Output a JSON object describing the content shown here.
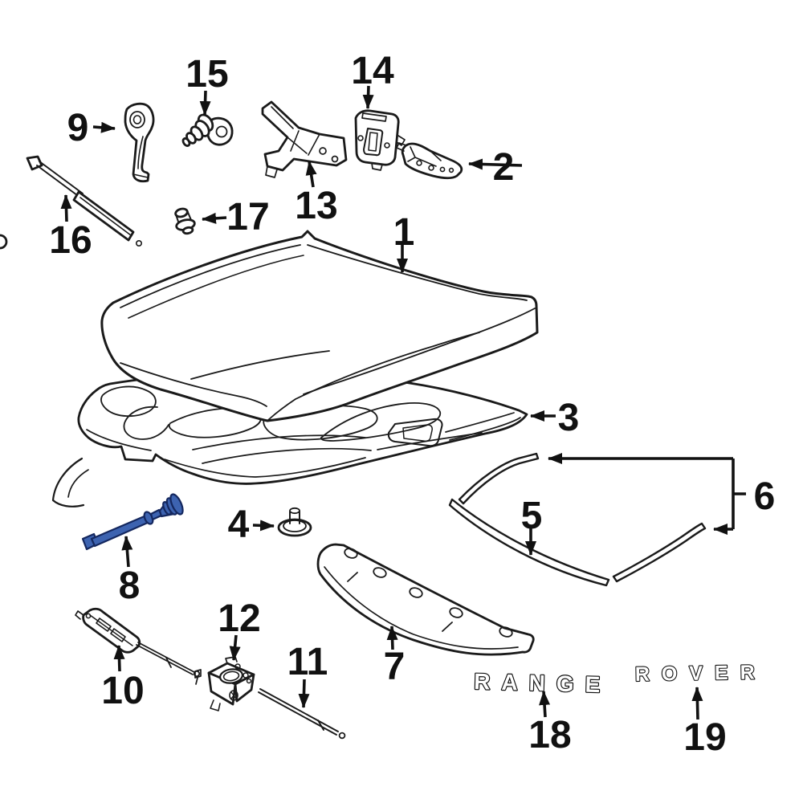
{
  "diagram": {
    "title": "Hood exploded parts diagram",
    "background": "#ffffff",
    "line_color": "#1a1a1a",
    "callout_color": "#111111",
    "highlight_fill": "#3d63b0",
    "highlight_outline": "#14275e",
    "callouts": {
      "c1": "1",
      "c2": "2",
      "c3": "3",
      "c4": "4",
      "c5": "5",
      "c6": "6",
      "c7": "7",
      "c8": "8",
      "c9": "9",
      "c10": "10",
      "c11": "11",
      "c12": "12",
      "c13": "13",
      "c14": "14",
      "c15": "15",
      "c16": "16",
      "c17": "17",
      "c18": "18",
      "c19": "19"
    },
    "emblems": {
      "range": "RANGE",
      "rover": "ROVER"
    }
  }
}
